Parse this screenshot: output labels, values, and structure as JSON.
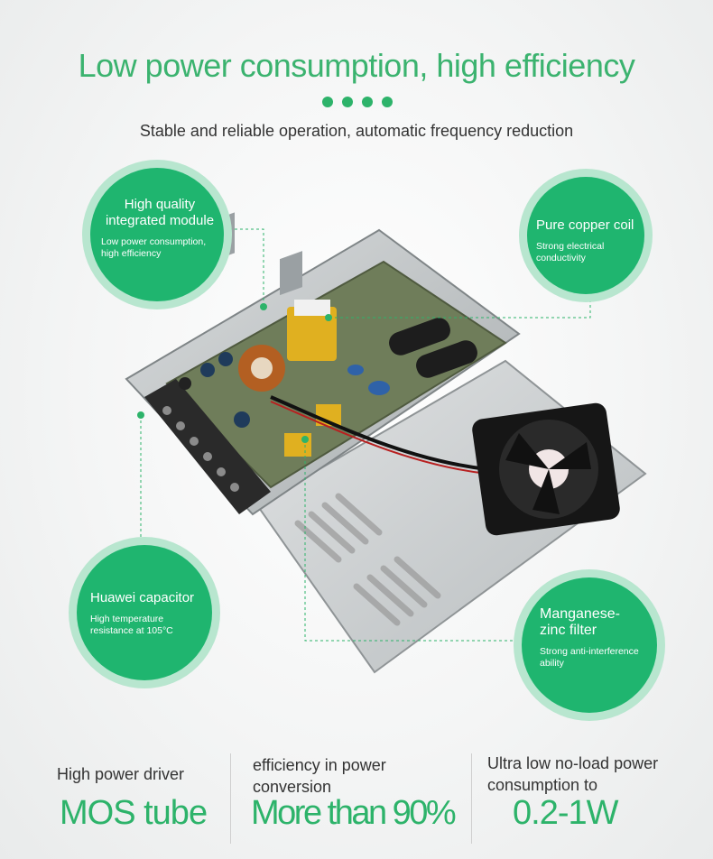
{
  "header": {
    "title": "Low power consumption, high efficiency",
    "subtitle": "Stable and reliable operation, automatic frequency reduction"
  },
  "features": [
    {
      "title": "High quality integrated module",
      "desc": "Low power consumption, high efficiency"
    },
    {
      "title": "Pure copper coil",
      "desc": "Strong electrical conductivity"
    },
    {
      "title": "Huawei capacitor",
      "desc": "High temperature resistance at 105°C"
    },
    {
      "title": "Manganese-zinc filter",
      "desc": "Strong anti-interference ability"
    }
  ],
  "bottom": [
    {
      "label": "High power driver",
      "value": "MOS tube"
    },
    {
      "label": "efficiency in power conversion",
      "value": "More than 90%"
    },
    {
      "label": "Ultra low no-load power consumption to",
      "value": "0.2-1W"
    }
  ],
  "colors": {
    "accent": "#2db36a",
    "bubble": "#1fb56f",
    "bubble_ring": "#b8e6cf"
  }
}
